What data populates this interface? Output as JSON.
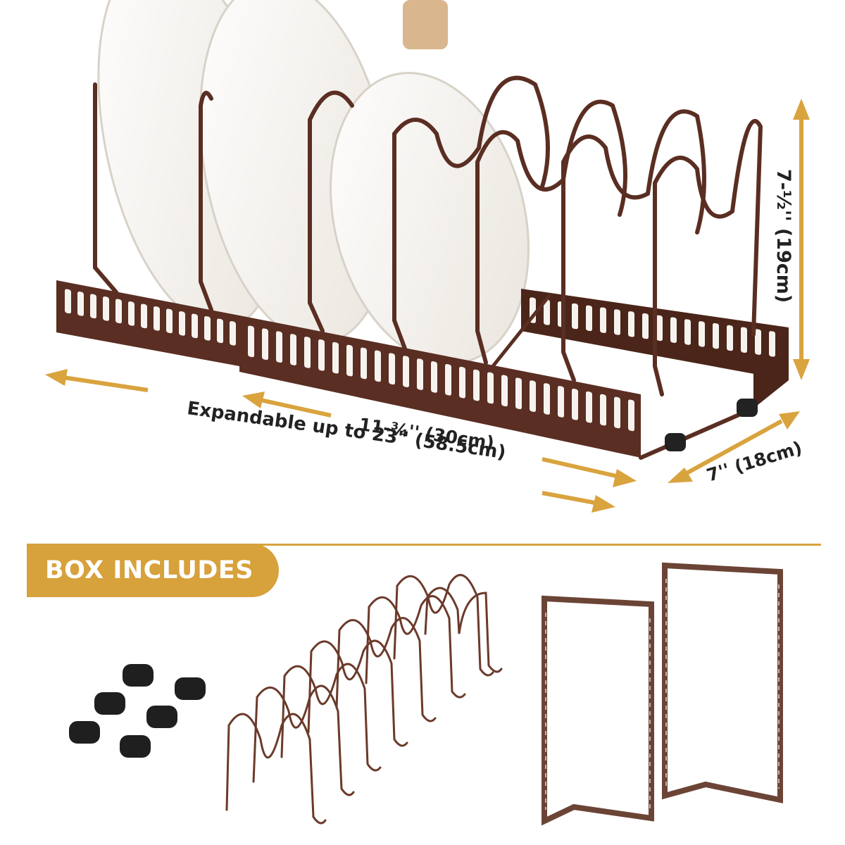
{
  "dimensions": {
    "length": "11-¾'' (30cm)",
    "expandable": "Expandable up to 23'' (58.5cm)",
    "height": "7-½'' (19cm)",
    "width": "7'' (18cm)"
  },
  "box_section": {
    "title": "BOX INCLUDES"
  },
  "colors": {
    "accent": "#d7a13b",
    "rack": "#5a2e22",
    "plate": "#f4f0ea"
  }
}
